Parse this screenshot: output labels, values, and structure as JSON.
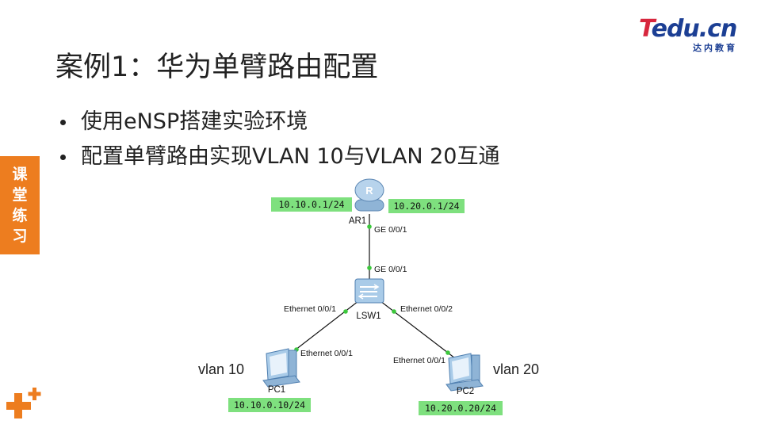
{
  "logo": {
    "brand_t": "T",
    "brand_rest": "edu.cn",
    "subtitle": "达内教育"
  },
  "title": "案例1：华为单臂路由配置",
  "bullets": [
    "使用eNSP搭建实验环境",
    "配置单臂路由实现VLAN 10与VLAN 20互通"
  ],
  "side_tab": [
    "课",
    "堂",
    "练",
    "习"
  ],
  "diagram": {
    "router": {
      "name": "AR1",
      "ip_left": "10.10.0.1/24",
      "ip_right": "10.20.0.1/24",
      "port": "GE 0/0/1"
    },
    "switch": {
      "name": "LSW1",
      "port_up": "GE 0/0/1",
      "port_left": "Ethernet 0/0/1",
      "port_right": "Ethernet 0/0/2"
    },
    "pc1": {
      "name": "PC1",
      "port": "Ethernet 0/0/1",
      "ip": "10.10.0.10/24",
      "vlan": "vlan 10"
    },
    "pc2": {
      "name": "PC2",
      "port": "Ethernet 0/0/1",
      "ip": "10.20.0.20/24",
      "vlan": "vlan 20"
    }
  },
  "colors": {
    "accent_orange": "#ed7d1f",
    "ip_label_bg": "#7ee07e",
    "link_dot": "#3cc83c",
    "logo_red": "#d7263d",
    "logo_blue": "#1c3f94"
  }
}
